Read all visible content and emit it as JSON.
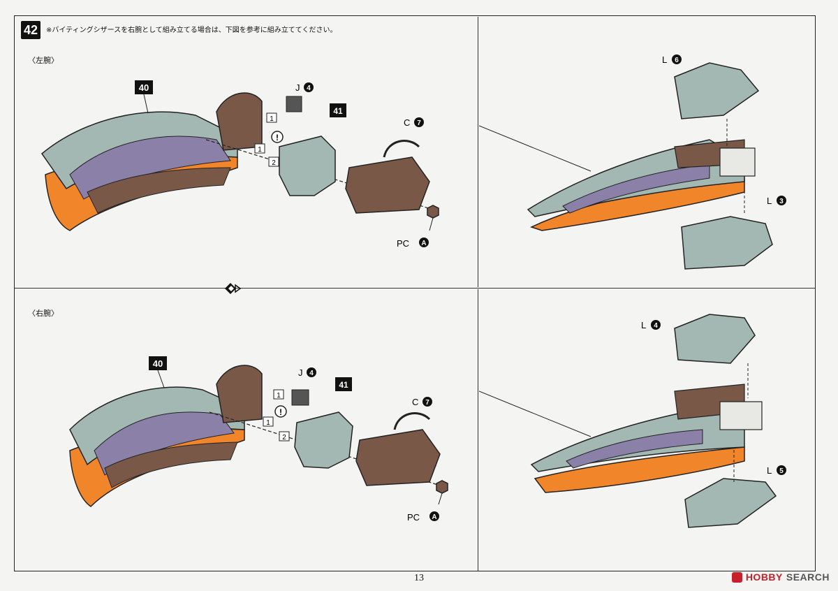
{
  "step": {
    "number": "42",
    "instruction": "※バイティングシザースを右腕として組み立てる場合は、下図を参考に組み立ててください。"
  },
  "panels": {
    "left_arm": {
      "label": "〈左腕〉"
    },
    "right_arm": {
      "label": "〈右腕〉"
    }
  },
  "parts": {
    "part_40": "40",
    "part_41": "41",
    "j4": {
      "letter": "J",
      "num": "4"
    },
    "c7": {
      "letter": "C",
      "num": "7"
    },
    "pca": {
      "letter": "PC",
      "num": "A"
    },
    "l6": {
      "letter": "L",
      "num": "6"
    },
    "l3": {
      "letter": "L",
      "num": "3"
    },
    "l4": {
      "letter": "L",
      "num": "4"
    },
    "l5": {
      "letter": "L",
      "num": "5"
    }
  },
  "callouts": {
    "one": "1",
    "two": "2",
    "warning": "!"
  },
  "page_number": "13",
  "watermark": {
    "brand": "HOBBY",
    "suffix": "SEARCH"
  },
  "colors": {
    "orange": "#f0852a",
    "grey_green": "#a3b8b2",
    "brown": "#7a5848",
    "purple": "#8a80a8",
    "black": "#111111"
  }
}
